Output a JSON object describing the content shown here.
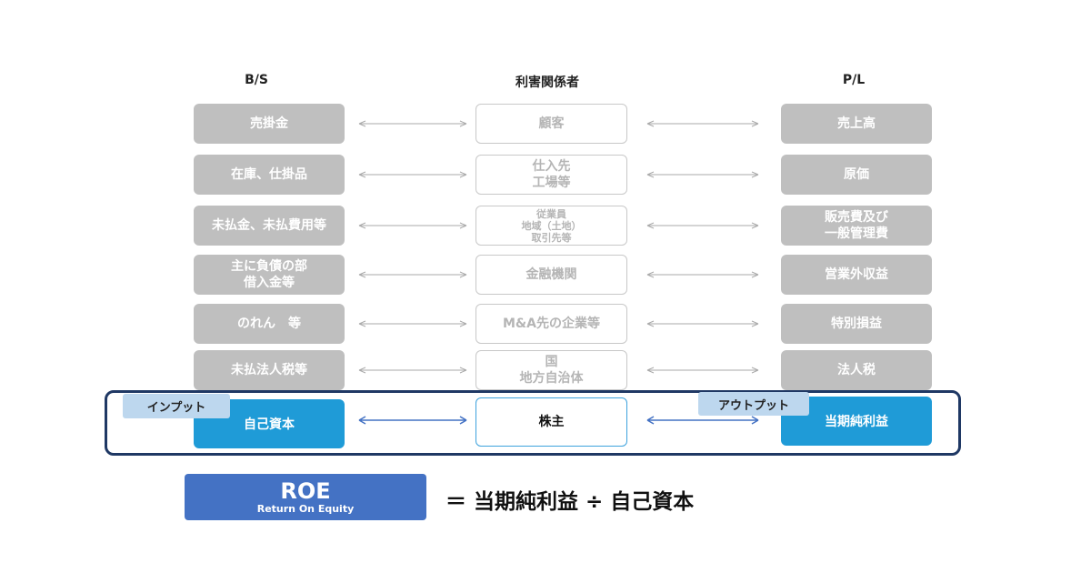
{
  "headers": {
    "bs": "B/S",
    "stakeholders": "利害関係者",
    "pl": "P/L"
  },
  "rows": [
    {
      "bs": "売掛金",
      "stakeholder": "顧客",
      "pl": "売上高"
    },
    {
      "bs": "在庫、仕掛品",
      "stakeholder": "仕入先\n工場等",
      "pl": "原価"
    },
    {
      "bs": "未払金、未払費用等",
      "stakeholder": "従業員\n地域（土地）\n取引先等",
      "pl": "販売費及び\n一般管理費"
    },
    {
      "bs": "主に負債の部\n借入金等",
      "stakeholder": "金融機関",
      "pl": "営業外収益"
    },
    {
      "bs": "のれん　等",
      "stakeholder": "M&A先の企業等",
      "pl": "特別損益"
    },
    {
      "bs": "未払法人税等",
      "stakeholder": "国\n地方自治体",
      "pl": "法人税"
    }
  ],
  "highlight": {
    "bs": "自己資本",
    "stakeholder": "株主",
    "pl": "当期純利益",
    "input_tag": "インプット",
    "output_tag": "アウトプット"
  },
  "roe": {
    "title": "ROE",
    "subtitle": "Return On  Equity",
    "formula": "＝ 当期純利益 ÷ 自己資本"
  },
  "colors": {
    "gray": "#bfbfbf",
    "blue": "#1f9bd7",
    "frame": "#1f3864",
    "roe": "#4472c4",
    "tag": "#bdd7ee"
  }
}
